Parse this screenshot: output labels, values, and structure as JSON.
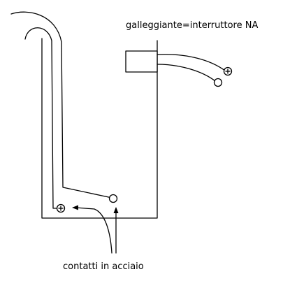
{
  "labels": {
    "float_switch": "galleggiante=interruttore NA",
    "steel_contacts": "contatti in acciaio"
  },
  "terminals": {
    "positive_symbol": "+",
    "negative_symbol": "o"
  },
  "colors": {
    "stroke": "#000000",
    "background": "#ffffff"
  }
}
